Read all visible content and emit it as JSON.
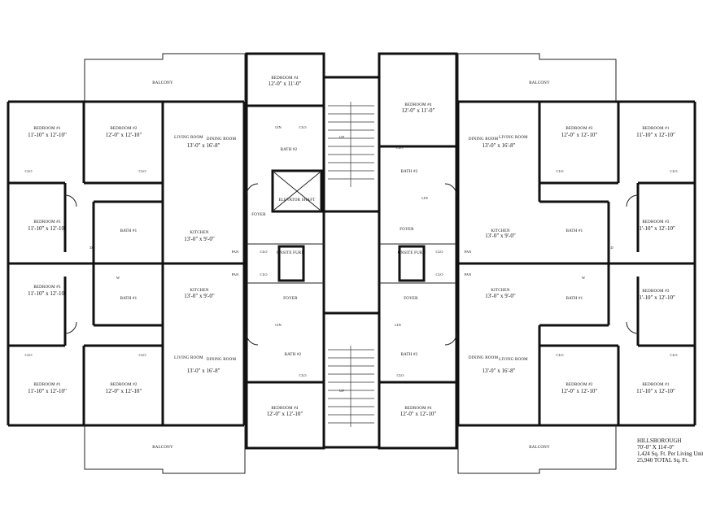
{
  "rooms": {
    "balcony": "BALCONY",
    "bedroom1": "BEDROOM #1",
    "bedroom2": "BEDROOM #2",
    "bedroom3": "BEDROOM #3",
    "bedroom4": "BEDROOM #4",
    "living_room": "LIVING ROOM",
    "dining_room": "DINING ROOM",
    "kitchen": "KITCHEN",
    "bath1": "BATH #1",
    "bath2": "BATH #2",
    "foyer": "FOYER",
    "clo": "CLO",
    "lin": "LIN",
    "pan": "PAN",
    "onsite_furn": "ONSITE FURN",
    "elevator_shaft": "ELEVATOR SHAFT",
    "up": "UP",
    "d": "D",
    "w": "W"
  },
  "dims": {
    "bed1": "11'-10\" x 12'-10\"",
    "bed2": "12'-0\" x 12'-10\"",
    "bed3": "11'-10\" x 12'-10\"",
    "bed4_top": "12'-0\" x 11'-0\"",
    "bed4_bottom": "12'-0\" x 12'-10\"",
    "living": "13'-0\" x 16'-8\"",
    "kitchen": "13'-0\" x 9'-0\""
  },
  "info": {
    "name": "HILLSBOROUGH",
    "size": "70'-0\" X 114'-0\"",
    "per_unit": "1,424 Sq. Ft. Per Living Unit",
    "total": "25,940 TOTAL Sq. Ft."
  }
}
